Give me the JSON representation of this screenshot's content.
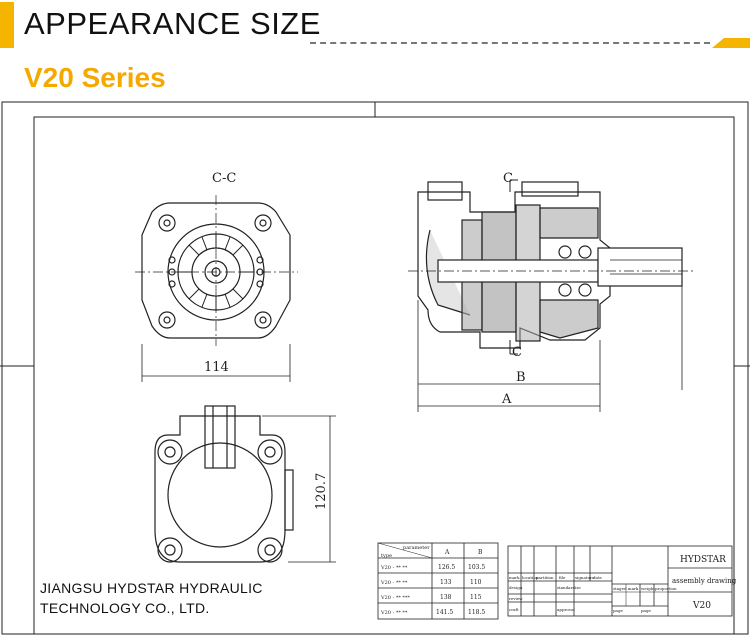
{
  "header": {
    "title": "APPEARANCE SIZE",
    "subtitle": "V20 Series"
  },
  "drawing": {
    "section_label": "C-C",
    "section_mark_top": "C",
    "section_mark_bottom": "C",
    "dim_width": "114",
    "dim_height": "120.7",
    "dim_a": "A",
    "dim_b": "B"
  },
  "param_table": {
    "header_left_top": "parameter",
    "header_left_bottom": "type",
    "col_a": "A",
    "col_b": "B",
    "rows": [
      {
        "type": "V20 - ** **",
        "a": "126.5",
        "b": "103.5"
      },
      {
        "type": "V20 - ** **",
        "a": "133",
        "b": "110"
      },
      {
        "type": "V20 - ** ***",
        "a": "138",
        "b": "115"
      },
      {
        "type": "V20 - ** **",
        "a": "141.5",
        "b": "118.5"
      }
    ]
  },
  "title_block": {
    "company_short": "HYDSTAR",
    "drawing_type": "assembly drawing",
    "model": "V20",
    "row_labels": [
      "mark",
      "design",
      "review",
      "craft"
    ],
    "col_labels": [
      "location",
      "partition",
      "file",
      "signature",
      "date"
    ],
    "misc": [
      "staged mark",
      "weight",
      "proportion",
      "page",
      "page",
      "standardize",
      "approval"
    ]
  },
  "footer": {
    "company_line1": "JIANGSU HYDSTAR HYDRAULIC",
    "company_line2": "TECHNOLOGY CO., LTD."
  }
}
